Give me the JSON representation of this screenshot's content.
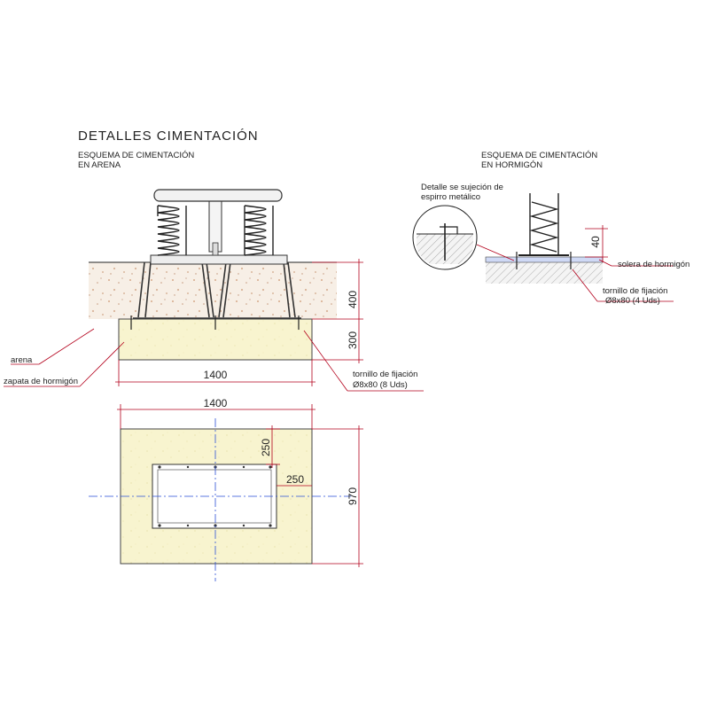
{
  "title": "DETALLES CIMENTACIÓN",
  "sand_scheme": {
    "label_line1": "ESQUEMA DE CIMENTACIÓN",
    "label_line2": "EN ARENA",
    "dim_depth_top": "400",
    "dim_depth_bottom": "300",
    "dim_width": "1400",
    "label_sand": "arena",
    "label_footing": "zapata de hormigón",
    "label_bolt_line1": "tornillo de fijación",
    "label_bolt_line2": "Ø8x80 (8 Uds)"
  },
  "concrete_scheme": {
    "label_line1": "ESQUEMA DE CIMENTACIÓN",
    "label_line2": "EN HORMIGÓN",
    "detail_line1": "Detalle se sujeción de",
    "detail_line2": "espirro metálico",
    "dim_height": "40",
    "label_slab": "solera de hormigón",
    "label_bolt_line1": "tornillo de fijación",
    "label_bolt_line2": "Ø8x80 (4 Uds)"
  },
  "plan_view": {
    "dim_width": "1400",
    "dim_top": "250",
    "dim_side": "250",
    "dim_height": "970"
  },
  "colors": {
    "dimension_lines": "#b3001b",
    "axis_lines": "#2a4fd6",
    "concrete_fill": "#f5f0c8",
    "sand_fill": "#f3e9dc"
  }
}
